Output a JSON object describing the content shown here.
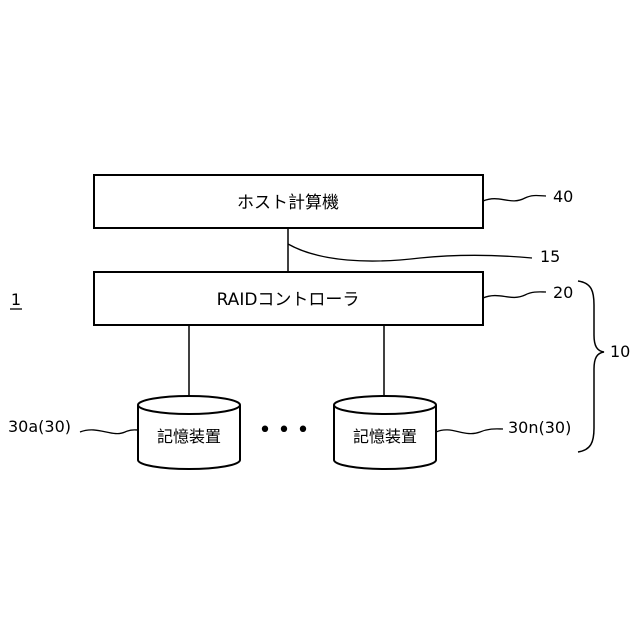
{
  "diagram": {
    "system_label": "1",
    "host": {
      "label": "ホスト計算機",
      "ref": "40"
    },
    "connection_ref": "15",
    "controller": {
      "label": "RAIDコントローラ",
      "ref": "20"
    },
    "storage_group_ref": "10",
    "disk_left": {
      "label": "記憶装置",
      "ref": "30a(30)"
    },
    "disk_right": {
      "label": "記憶装置",
      "ref": "30n(30)"
    },
    "ellipsis": "•••"
  }
}
